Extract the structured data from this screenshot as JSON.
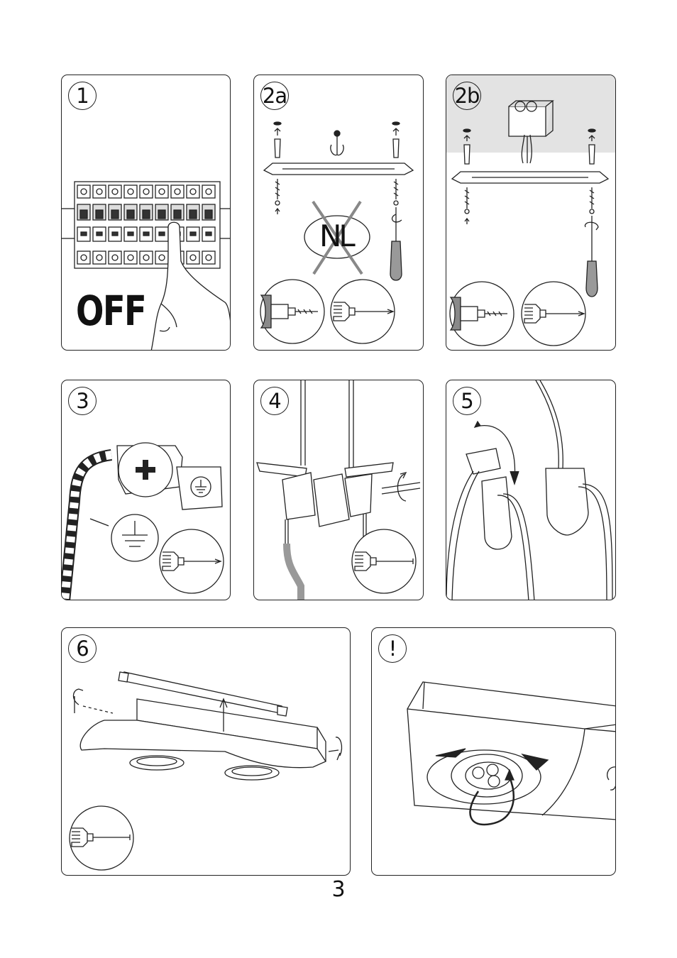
{
  "steps": {
    "s1": "1",
    "s2a": "2a",
    "s2b": "2b",
    "s3": "3",
    "s4": "4",
    "s5": "5",
    "s6": "6",
    "warn": "!"
  },
  "off_label": "OFF",
  "nl_label": "NL",
  "page_number": "3",
  "colors": {
    "line": "#222222",
    "ceiling_shade": "#e3e3e3",
    "tool_grip": "#8a8a8a"
  }
}
